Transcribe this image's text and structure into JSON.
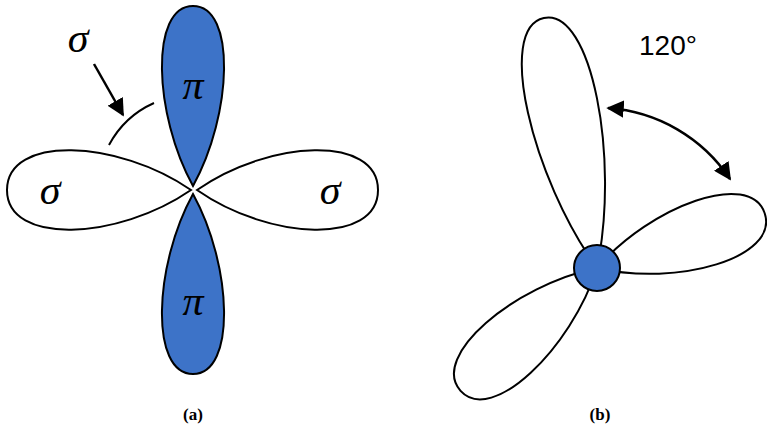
{
  "diagram": {
    "nodes": [
      {
        "text": [
          "π"
        ]
      },
      {
        "text": [
          "σ"
        ]
      },
      {
        "text": [
          "σ"
        ]
      },
      {
        "text": [
          "π"
        ]
      }
    ],
    "labels": [
      "σ",
      "120°",
      "(a)",
      "(b)"
    ]
  }
}
